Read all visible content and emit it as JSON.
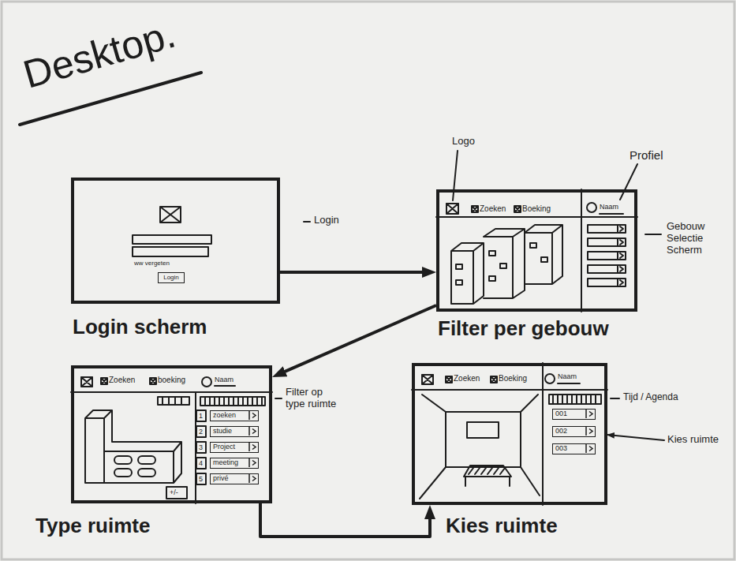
{
  "diagram": {
    "title": "Desktop.",
    "nodes": [
      {
        "text": [
          "Login scherm"
        ]
      },
      {
        "text": [
          "Login"
        ],
        "in": 0
      },
      {
        "text": [
          "Filter per gebouw"
        ]
      },
      {
        "text": [
          "Type ruimte"
        ]
      },
      {
        "text": [
          "zoeken"
        ],
        "in": 3
      },
      {
        "text": [
          "studie"
        ],
        "in": 3
      },
      {
        "text": [
          "Project"
        ],
        "in": 3
      },
      {
        "text": [
          "meeting"
        ],
        "in": 3
      },
      {
        "text": [
          "privé"
        ],
        "in": 3
      },
      {
        "text": [
          "Kies ruimte"
        ]
      },
      {
        "text": [
          "001"
        ],
        "in": 9
      },
      {
        "text": [
          "002"
        ],
        "in": 9
      },
      {
        "text": [
          "003"
        ],
        "in": 9
      }
    ],
    "edges": [
      {
        "from": 0,
        "to": 2,
        "arrow": "to"
      },
      {
        "from": 2,
        "to": 3,
        "arrow": "to"
      },
      {
        "from": 3,
        "to": 9,
        "arrow": "to"
      }
    ],
    "labels": [
      "ww vergeten",
      "Login",
      "Logo",
      "Zoeken",
      "Boeking",
      "Naam",
      "Profiel",
      "Gebouw Selectie Scherm",
      "Zoeken",
      "boeking",
      "Naam",
      "1",
      "2",
      "3",
      "4",
      "5",
      "+/-",
      "Filter op type ruimte",
      "Zoeken",
      "Boeking",
      "Naam",
      "Tijd / Agenda",
      "Kies ruimte"
    ]
  }
}
